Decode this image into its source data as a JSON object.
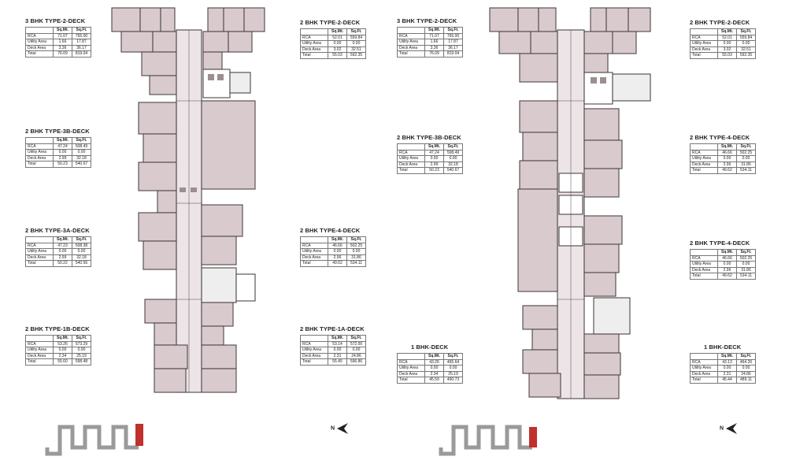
{
  "colors": {
    "room_fill": "#d9cacd",
    "wall": "#4d4547",
    "corridor": "#ece4e6",
    "background": "#ffffff",
    "key_highlight": "#c0302d"
  },
  "table_headers": [
    "Sq.Mt.",
    "Sq.Ft."
  ],
  "left_plan": {
    "units": [
      {
        "title": "3 BHK TYPE-2-DECK",
        "rows": [
          {
            "label": "RCA",
            "sqmt": "71.07",
            "sqft": "765.00"
          },
          {
            "label": "Utility Area",
            "sqmt": "1.66",
            "sqft": "17.87"
          },
          {
            "label": "Deck Area",
            "sqmt": "3.36",
            "sqft": "36.17"
          },
          {
            "label": "Total",
            "sqmt": "76.09",
            "sqft": "819.04"
          }
        ]
      },
      {
        "title": "2 BHK TYPE-3B-DECK",
        "rows": [
          {
            "label": "RCA",
            "sqmt": "47.24",
            "sqft": "508.49"
          },
          {
            "label": "Utility Area",
            "sqmt": "0.00",
            "sqft": "0.00"
          },
          {
            "label": "Deck Area",
            "sqmt": "2.99",
            "sqft": "32.18"
          },
          {
            "label": "Total",
            "sqmt": "50.23",
            "sqft": "540.67"
          }
        ]
      },
      {
        "title": "2 BHK TYPE-3A-DECK",
        "rows": [
          {
            "label": "RCA",
            "sqmt": "47.23",
            "sqft": "508.38"
          },
          {
            "label": "Utility Area",
            "sqmt": "0.00",
            "sqft": "0.00"
          },
          {
            "label": "Deck Area",
            "sqmt": "2.99",
            "sqft": "32.18"
          },
          {
            "label": "Total",
            "sqmt": "50.22",
            "sqft": "540.56"
          }
        ]
      },
      {
        "title": "2 BHK TYPE-1B-DECK",
        "rows": [
          {
            "label": "RCA",
            "sqmt": "53.26",
            "sqft": "573.29"
          },
          {
            "label": "Utility Area",
            "sqmt": "0.00",
            "sqft": "0.00"
          },
          {
            "label": "Deck Area",
            "sqmt": "2.34",
            "sqft": "25.19"
          },
          {
            "label": "Total",
            "sqmt": "55.60",
            "sqft": "598.48"
          }
        ]
      },
      {
        "title": "2 BHK TYPE-2-DECK",
        "rows": [
          {
            "label": "RCA",
            "sqmt": "52.01",
            "sqft": "559.84"
          },
          {
            "label": "Utility Area",
            "sqmt": "0.00",
            "sqft": "0.00"
          },
          {
            "label": "Deck Area",
            "sqmt": "3.02",
            "sqft": "32.51"
          },
          {
            "label": "Total",
            "sqmt": "55.03",
            "sqft": "592.35"
          }
        ]
      },
      {
        "title": "2 BHK TYPE-4-DECK",
        "rows": [
          {
            "label": "RCA",
            "sqmt": "46.66",
            "sqft": "502.25"
          },
          {
            "label": "Utility Area",
            "sqmt": "0.00",
            "sqft": "0.00"
          },
          {
            "label": "Deck Area",
            "sqmt": "2.96",
            "sqft": "31.86"
          },
          {
            "label": "Total",
            "sqmt": "49.62",
            "sqft": "534.11"
          }
        ]
      },
      {
        "title": "2 BHK TYPE-1A-DECK",
        "rows": [
          {
            "label": "RCA",
            "sqmt": "53.14",
            "sqft": "572.00"
          },
          {
            "label": "Utility Area",
            "sqmt": "0.00",
            "sqft": "0.00"
          },
          {
            "label": "Deck Area",
            "sqmt": "2.31",
            "sqft": "24.86"
          },
          {
            "label": "Total",
            "sqmt": "55.45",
            "sqft": "596.86"
          }
        ]
      }
    ]
  },
  "right_plan": {
    "units": [
      {
        "title": "3 BHK TYPE-2-DECK",
        "rows": [
          {
            "label": "RCA",
            "sqmt": "71.07",
            "sqft": "765.00"
          },
          {
            "label": "Utility Area",
            "sqmt": "1.66",
            "sqft": "17.87"
          },
          {
            "label": "Deck Area",
            "sqmt": "3.36",
            "sqft": "36.17"
          },
          {
            "label": "Total",
            "sqmt": "76.09",
            "sqft": "819.04"
          }
        ]
      },
      {
        "title": "2 BHK TYPE-3B-DECK",
        "rows": [
          {
            "label": "RCA",
            "sqmt": "47.24",
            "sqft": "508.49"
          },
          {
            "label": "Utility Area",
            "sqmt": "0.00",
            "sqft": "0.00"
          },
          {
            "label": "Deck Area",
            "sqmt": "2.99",
            "sqft": "32.18"
          },
          {
            "label": "Total",
            "sqmt": "50.23",
            "sqft": "540.67"
          }
        ]
      },
      {
        "title": "1 BHK-DECK",
        "rows": [
          {
            "label": "RCA",
            "sqmt": "43.26",
            "sqft": "465.64"
          },
          {
            "label": "Utility Area",
            "sqmt": "0.00",
            "sqft": "0.00"
          },
          {
            "label": "Deck Area",
            "sqmt": "2.34",
            "sqft": "25.19"
          },
          {
            "label": "Total",
            "sqmt": "45.59",
            "sqft": "490.73"
          }
        ]
      },
      {
        "title": "2 BHK TYPE-2-DECK",
        "rows": [
          {
            "label": "RCA",
            "sqmt": "52.01",
            "sqft": "559.84"
          },
          {
            "label": "Utility Area",
            "sqmt": "0.00",
            "sqft": "0.00"
          },
          {
            "label": "Deck Area",
            "sqmt": "3.02",
            "sqft": "32.51"
          },
          {
            "label": "Total",
            "sqmt": "55.03",
            "sqft": "592.35"
          }
        ]
      },
      {
        "title": "2 BHK TYPE-4-DECK",
        "rows": [
          {
            "label": "RCA",
            "sqmt": "46.66",
            "sqft": "502.25"
          },
          {
            "label": "Utility Area",
            "sqmt": "0.00",
            "sqft": "0.00"
          },
          {
            "label": "Deck Area",
            "sqmt": "2.96",
            "sqft": "31.86"
          },
          {
            "label": "Total",
            "sqmt": "49.62",
            "sqft": "534.11"
          }
        ]
      },
      {
        "title": "2 BHK TYPE-4-DECK",
        "rows": [
          {
            "label": "RCA",
            "sqmt": "46.66",
            "sqft": "502.25"
          },
          {
            "label": "Utility Area",
            "sqmt": "0.00",
            "sqft": "0.00"
          },
          {
            "label": "Deck Area",
            "sqmt": "2.96",
            "sqft": "31.86"
          },
          {
            "label": "Total",
            "sqmt": "49.62",
            "sqft": "534.11"
          }
        ]
      },
      {
        "title": "1 BHK-DECK",
        "rows": [
          {
            "label": "RCA",
            "sqmt": "43.13",
            "sqft": "464.26"
          },
          {
            "label": "Utility Area",
            "sqmt": "0.00",
            "sqft": "0.00"
          },
          {
            "label": "Deck Area",
            "sqmt": "2.31",
            "sqft": "24.86"
          },
          {
            "label": "Total",
            "sqmt": "45.44",
            "sqft": "489.11"
          }
        ]
      }
    ]
  },
  "north_label": "N",
  "icons": {
    "north": "north-arrow-icon",
    "key_plan": "key-plan-icon"
  }
}
